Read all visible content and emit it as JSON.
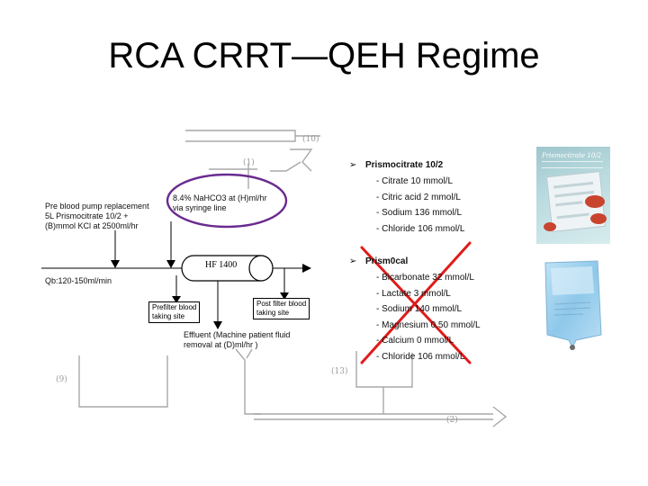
{
  "slide": {
    "title": "RCA CRRT—QEH Regime"
  },
  "diagram": {
    "pre_blood_pump_label": "Pre blood pump replacement\n5L Prismocitrate 10/2 +\n(B)mmol KCl at 2500ml/hr",
    "nahco3_label": "8.4% NaHCO3 at (H)ml/hr\n via syringe line",
    "qb_label": "Qb:120-150ml/min",
    "filter_label": "HF 1400",
    "prefilter_label": "Prefilter blood\ntaking site",
    "postfilter_label": "Post filter blood\ntaking site",
    "effluent_label": "Effluent (Machine patient fluid\nremoval at (D)ml/hr )",
    "faint_labels": {
      "n10": "(10)",
      "n1": "(1)",
      "n9": "(9)",
      "n13": "(13)",
      "n2": "(2)"
    },
    "colors": {
      "highlight_ellipse": "#6a2b8f",
      "cross": "#e01b1b",
      "faint_lines": "#a8a8a8"
    }
  },
  "solutions": {
    "prismocitrate": {
      "name": "Prismocitrate 10/2",
      "items": [
        "- Citrate 10 mmol/L",
        "- Citric acid 2 mmol/L",
        "- Sodium 136 mmol/L",
        "- Chloride 106 mmol/L"
      ]
    },
    "prism0cal": {
      "name": "Prism0cal",
      "crossed_out": true,
      "items": [
        "- Bicarbonate 32 mmol/L",
        "- Lactate 3 mmol/L",
        "- Sodium 140 mmol/L",
        "- Magnesium 0.50 mmol/L",
        "- Calcium 0 mmol/L",
        "- Chloride 106 mmol/L"
      ]
    },
    "bullet_glyph": "➢"
  },
  "images": {
    "bag1_title": "Prismocitrate 10/2"
  }
}
